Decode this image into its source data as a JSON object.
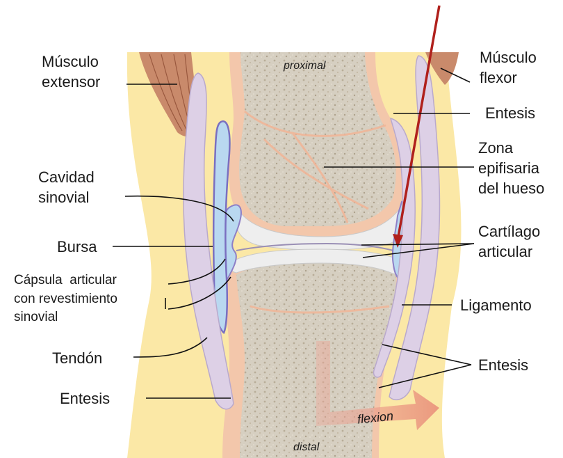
{
  "labels": {
    "musculo_extensor": "Músculo\nextensor",
    "cavidad_sinovial": "Cavidad\nsinovial",
    "bursa": "Bursa",
    "capsula": "Cápsula  articular\ncon revestimiento\nsinovial",
    "tendon": "Tendón",
    "entesis_left": "Entesis",
    "musculo_flexor": "Músculo\nflexor",
    "entesis_right_top": "Entesis",
    "zona_epifisaria": "Zona\nepifisaria\ndel hueso",
    "cartilago": "Cartílago\narticular",
    "ligamento": "Ligamento",
    "entesis_right_bottom": "Entesis",
    "proximal": "proximal",
    "distal": "distal",
    "flexion": "flexion"
  },
  "colors": {
    "skin": "#fbe8a6",
    "bone_outer": "#f3c7ab",
    "marrow": "#d8d0c2",
    "tendon": "#ddd0e6",
    "cartilage": "#eeeeee",
    "synovial": "#b9d8f0",
    "muscle": "#c98a6b",
    "arrow_red": "#b0201c",
    "leader": "#111111"
  }
}
